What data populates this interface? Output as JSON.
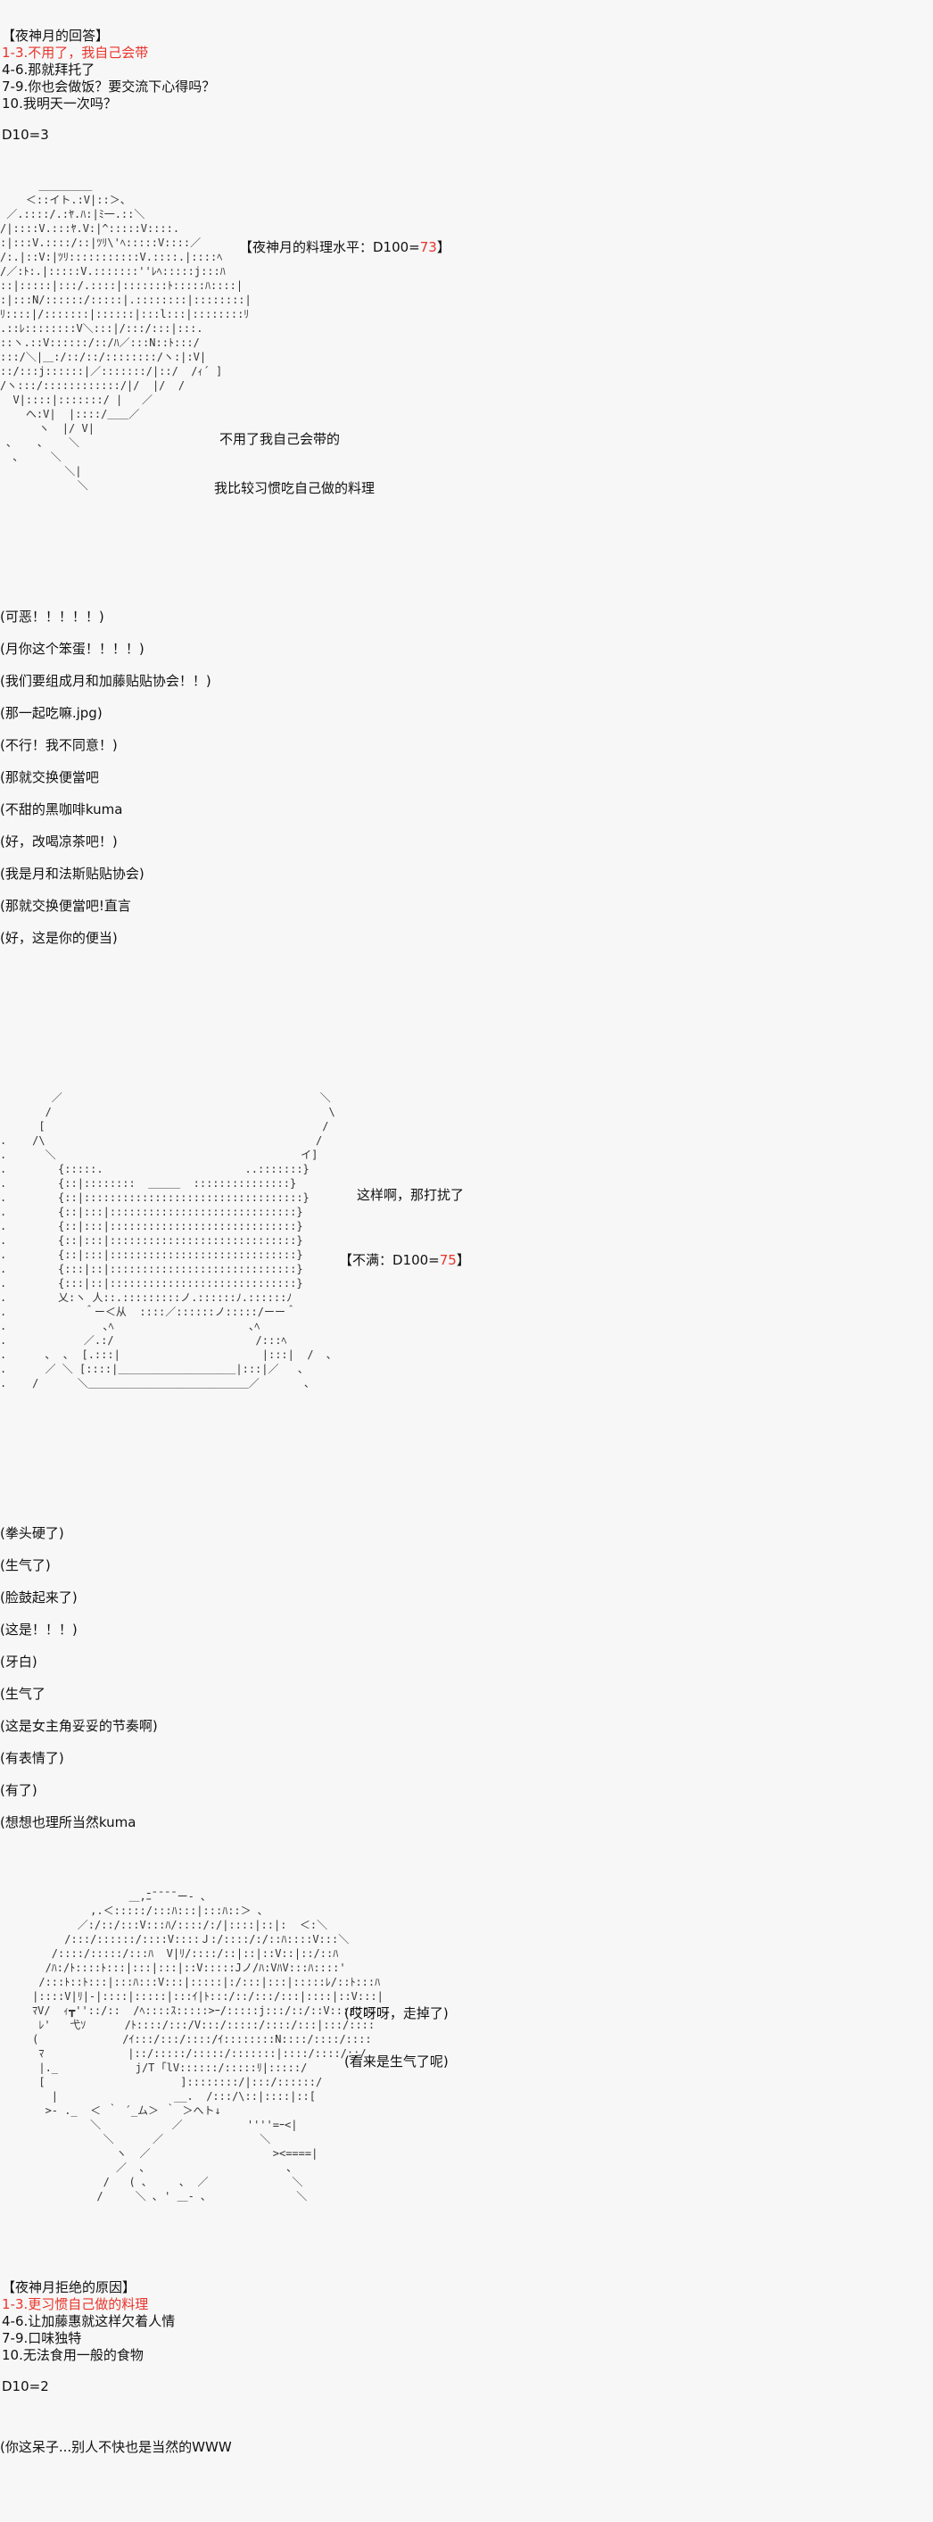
{
  "section1": {
    "header": "【夜神月的回答】",
    "options": [
      {
        "text": "1-3.不用了，我自己会带",
        "highlight": true
      },
      {
        "text": "4-6.那就拜托了",
        "highlight": false
      },
      {
        "text": "7-9.你也会做饭？要交流下心得吗？",
        "highlight": false
      },
      {
        "text": "10.我明天一次吗？",
        "highlight": false
      }
    ],
    "roll": "D10=3"
  },
  "scene1": {
    "stat_prefix": "【夜神月的料理水平：D100=",
    "stat_value": "73",
    "stat_suffix": "】",
    "line1": "不用了我自己会带的",
    "line2": "我比较习惯吃自己做的料理"
  },
  "comments1": [
    "(可恶！！！！！)",
    "(月你这个笨蛋！！！！)",
    "(我们要组成月和加藤贴贴协会！！)",
    "(那一起吃嘛.jpg)",
    "(不行！我不同意！)",
    "(那就交换便當吧",
    "(不甜的黑咖啡kuma",
    "(好，改喝凉茶吧！)",
    "(我是月和法斯贴贴协会)",
    "(那就交换便當吧!直言",
    "(好，这是你的便当)"
  ],
  "scene2": {
    "speech": "这样啊，那打扰了",
    "stat_prefix": "【不满：D100=",
    "stat_value": "75",
    "stat_suffix": "】"
  },
  "comments2": [
    "(拳头硬了)",
    "(生气了)",
    "(脸鼓起来了)",
    "(这是！！！)",
    "(牙白)",
    "(生气了",
    "(这是女主角妥妥的节奏啊)",
    "(有表情了)",
    "(有了)",
    "(想想也理所当然kuma"
  ],
  "scene3": {
    "line1": "(哎呀呀，走掉了)",
    "line2": "(看来是生气了呢)"
  },
  "section2": {
    "header": "【夜神月拒绝的原因】",
    "options": [
      {
        "text": "1-3.更习惯自己做的料理",
        "highlight": true
      },
      {
        "text": "4-6.让加藤惠就这样欠着人情",
        "highlight": false
      },
      {
        "text": "7-9.口味独特",
        "highlight": false
      },
      {
        "text": "10.无法食用一般的食物",
        "highlight": false
      }
    ],
    "roll": "D10=2"
  },
  "final_comment": "(你这呆子...别人不快也是当然的WWW"
}
